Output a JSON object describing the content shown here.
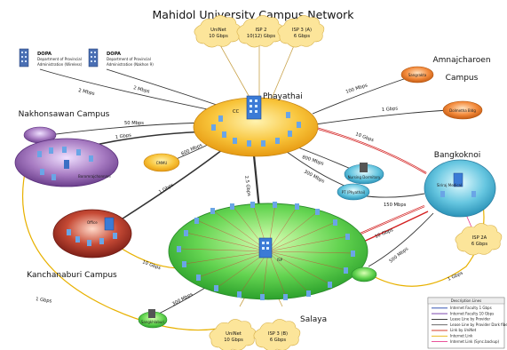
{
  "title": "Mahidol University Campus Network",
  "campuses": {
    "phayathai": "Phayathai",
    "nakhonsawan": "Nakhonsawan Campus",
    "amnajcharoen_1": "Amnajcharoen",
    "amnajcharoen_2": "Campus",
    "bangkoknoi": "Bangkoknoi",
    "kanchanaburi": "Kanchanaburi Campus",
    "salaya": "Salaya"
  },
  "nodes": {
    "cc": "CC",
    "cmmu": "CMMU",
    "office": "Office",
    "isp": "ISP",
    "siriraj": "Siriraj Medical",
    "sangkhla": "Sangkhlaburi",
    "boromarat": "Boromrajchonnani",
    "amnaj_bldg": "Dolmetha Bldg",
    "amnaj_rk": "Sangrakta",
    "nursing": "Nursing Dormitory",
    "pt": "PT (Phyathai)"
  },
  "dopa": [
    {
      "title": "DOPA",
      "line1": "Department of Provincial",
      "line2": "Administration (Wireless)"
    },
    {
      "title": "DOPA",
      "line1": "Department of Provincial",
      "line2": "Administration (Nakhon 9)"
    }
  ],
  "clouds_top": [
    {
      "name": "UniNet",
      "speed": "10 Gbps"
    },
    {
      "name": "ISP 2",
      "speed": "10(12) Gbps"
    },
    {
      "name": "ISP 3 (A)",
      "speed": "6 Gbps"
    }
  ],
  "clouds_bottom": [
    {
      "name": "UniNet",
      "speed": "10 Gbps"
    },
    {
      "name": "ISP 3 (B)",
      "speed": "6 Gbps"
    }
  ],
  "cloud_right": {
    "name": "ISP 2A",
    "speed": "6 Gbps"
  },
  "links": {
    "dopa1": "2 Mbps",
    "dopa2": "2 Mbps",
    "nakhon_cc": "50 Mbps",
    "nakhon_cc2": "1 Gbps",
    "cmmu": "600 Mbps",
    "amnaj_rk": "100 Mbps",
    "amnaj_bldg": "1 Gbps",
    "cc_bangkoknoi": "10 Gbps",
    "nursing": "800 Mbps",
    "pt": "300 Mbps",
    "pt_bk": "150 Mbps",
    "kanchana": "1 Gbps",
    "cc_salaya": "2.5 Gbps",
    "salaya_bk": "10 Gbps",
    "salaya_pt": "500 Mbps",
    "kanchana_salaya": "10 Gbps",
    "nakhon_salaya": "1 Gbps",
    "salaya_right": "1 Gbps",
    "sangkhla": "300 Mbps"
  },
  "legend": {
    "title": "Description Lines",
    "items": [
      {
        "label": "Internet Faculty 1 Gbps",
        "color": "#1a3fa8"
      },
      {
        "label": "Internet Faculty 10 Gbps",
        "color": "#6a2ca0"
      },
      {
        "label": "Lease Line by Provider",
        "color": "#222222"
      },
      {
        "label": "Lease Line by Provider Dark fiber",
        "color": "#555555"
      },
      {
        "label": "Link by UniNet",
        "color": "#d43c2c"
      },
      {
        "label": "Internet Link",
        "color": "#e8b100"
      },
      {
        "label": "Internet Link (Sync.backup)",
        "color": "#e63c8c"
      }
    ]
  },
  "colors": {
    "phayathai": "#f7b733",
    "salaya": "#4cc84a",
    "bangkoknoi": "#42b4d0",
    "nakhonsawan": "#8e5aa8",
    "kanchanaburi": "#b5332a",
    "amnaj": "#f07a2e",
    "cloud": "#fce59a"
  }
}
